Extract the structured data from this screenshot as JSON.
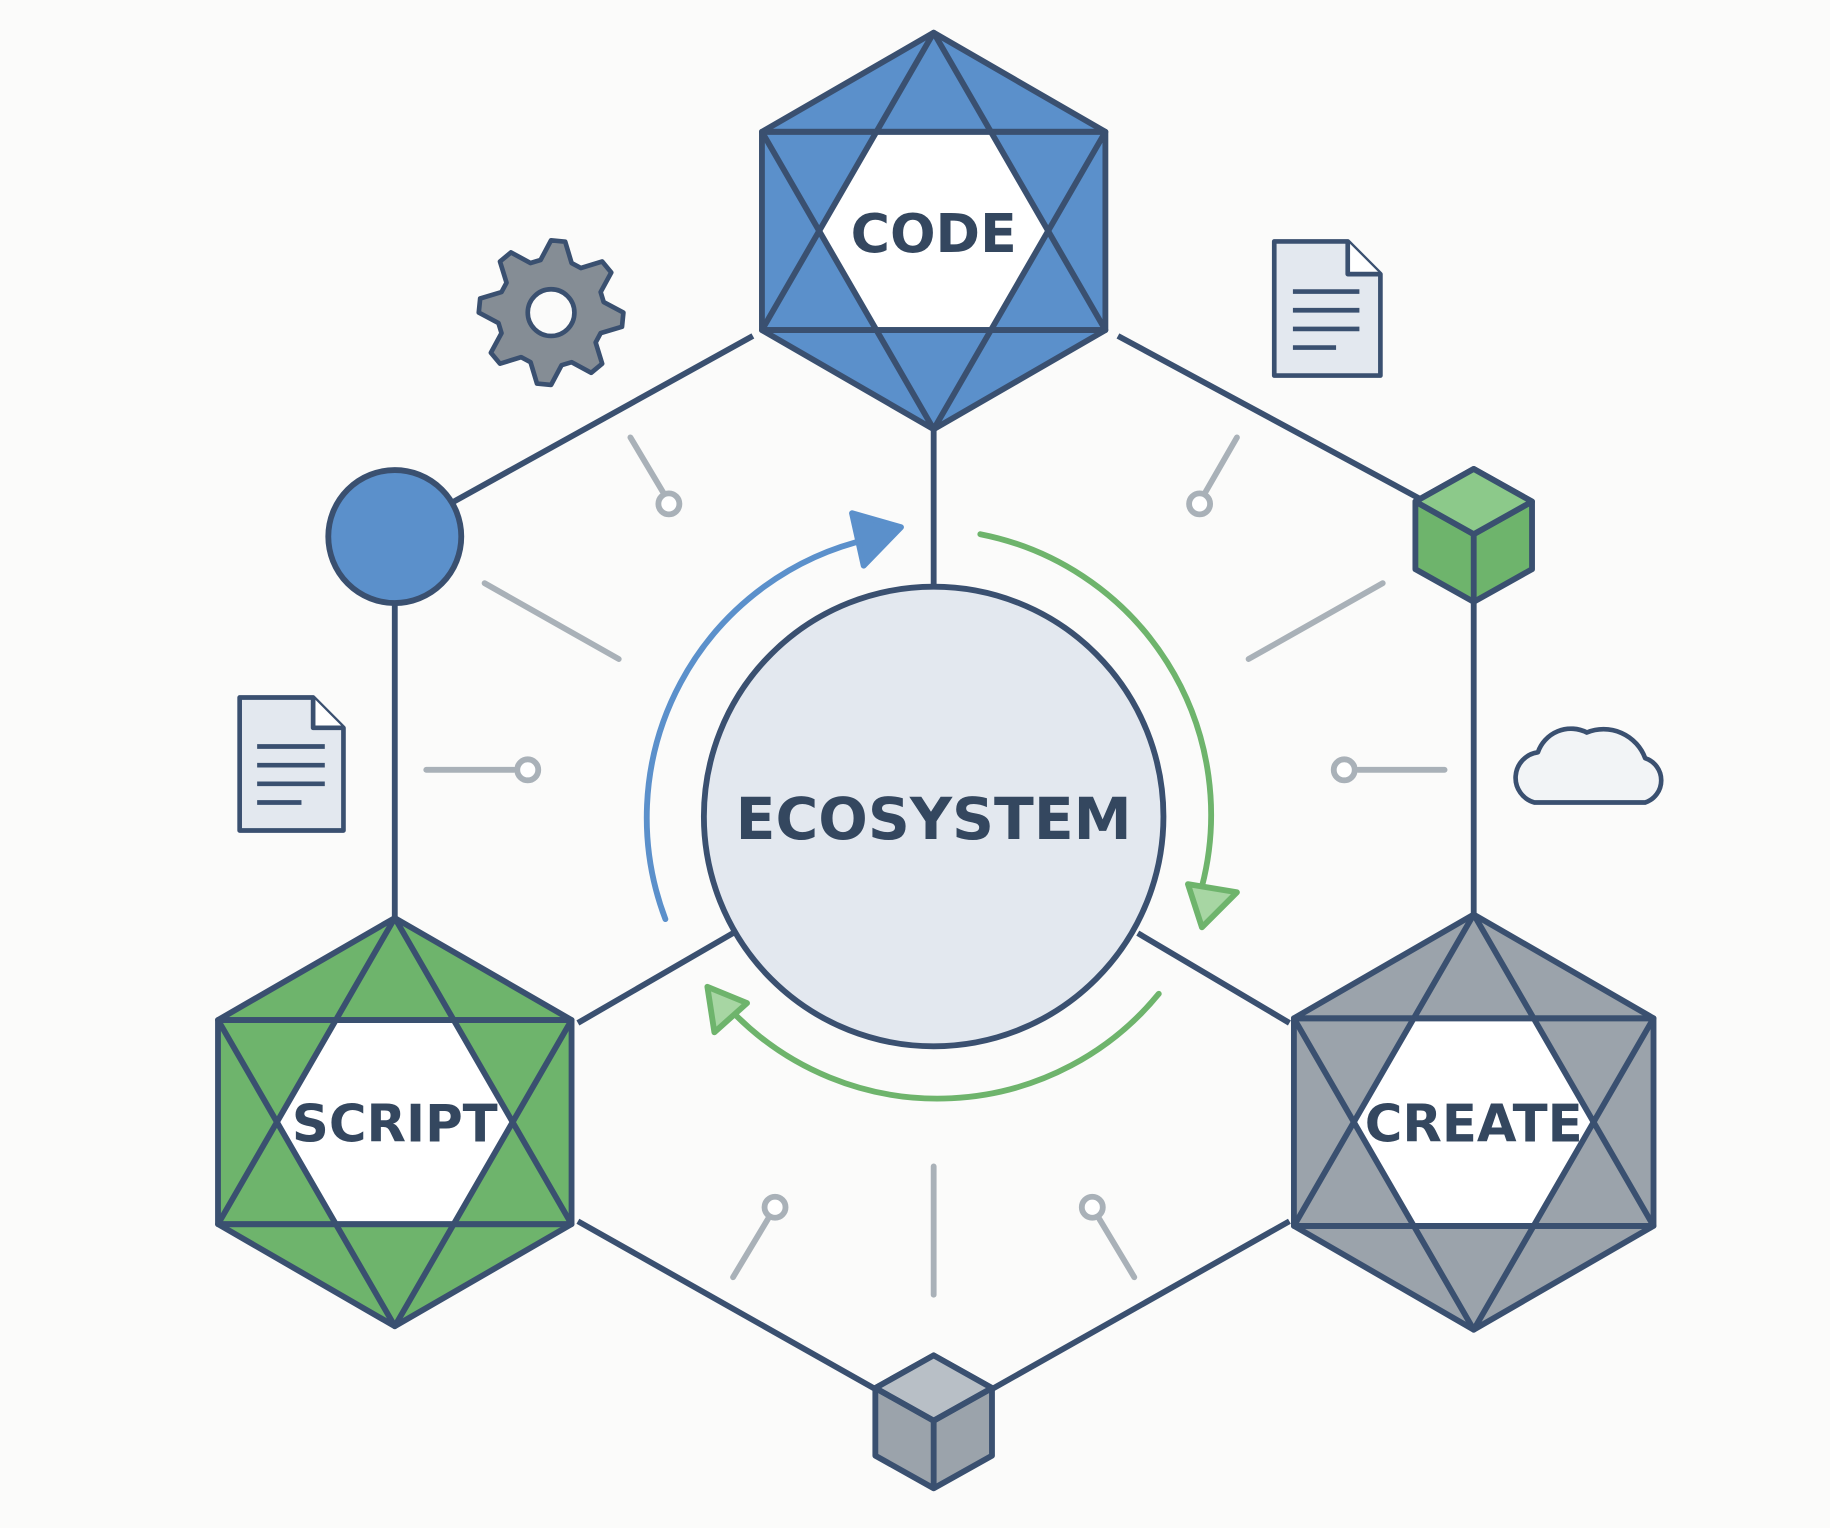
{
  "nodes": {
    "code": {
      "label": "CODE",
      "color": "#5b90cb"
    },
    "script": {
      "label": "SCRIPT",
      "color": "#6eb46c"
    },
    "create": {
      "label": "CREATE",
      "color": "#9ba3ab"
    },
    "center": {
      "label": "ECOSYSTEM",
      "color": "#e3e8ef"
    }
  },
  "colors": {
    "stroke": "#3a5070",
    "blue": "#5b90cb",
    "green": "#6eb46c",
    "grey": "#9ba3ab",
    "connector": "#a9b1b8"
  },
  "icons": [
    "gear-icon",
    "document-icon",
    "document-icon",
    "cloud-icon"
  ]
}
